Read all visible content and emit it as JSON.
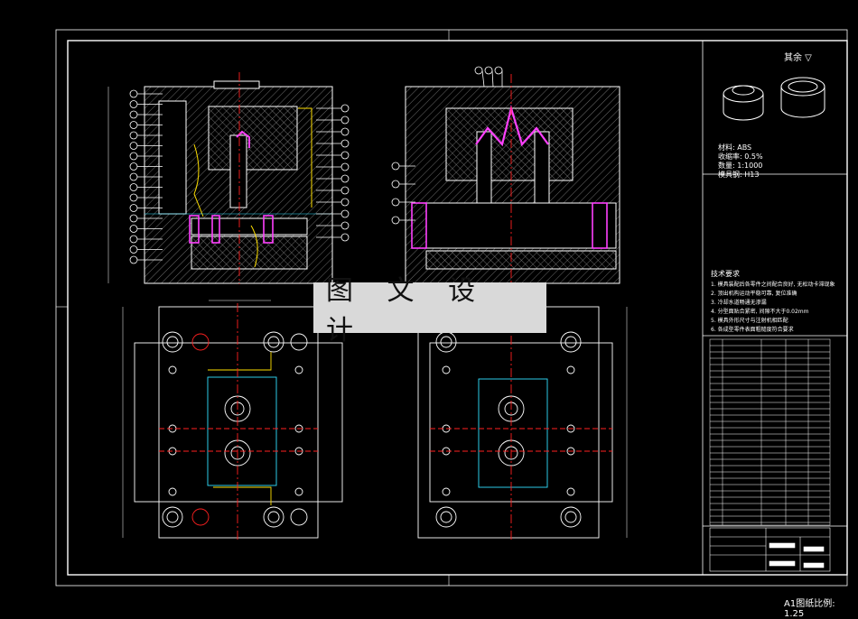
{
  "watermark": "图 文 设 计",
  "scale_note": "A1图纸比例: 1.25",
  "title_block": {
    "heading": "其余 ▽",
    "specs": [
      "材料: ABS",
      "收缩率: 0.5%",
      "数量: 1:1000",
      "模具钢: H13"
    ]
  },
  "notes": {
    "heading": "技术要求",
    "lines": [
      "1. 模具装配后各零件之间配合良好, 无松动卡滞现象",
      "2. 顶出机构运动平稳可靠, 复位准确",
      "3. 冷却水道畅通无渗漏",
      "4. 分型面贴合紧密, 间隙不大于0.02mm",
      "5. 模具外形尺寸与注射机相匹配",
      "6. 各成型零件表面粗糙度符合要求"
    ]
  },
  "colors": {
    "line": "#ffffff",
    "center": "#ff2020",
    "accent_magenta": "#ff40ff",
    "accent_cyan": "#30e0ff",
    "accent_yellow": "#ffe000",
    "accent_green": "#30ff30"
  }
}
